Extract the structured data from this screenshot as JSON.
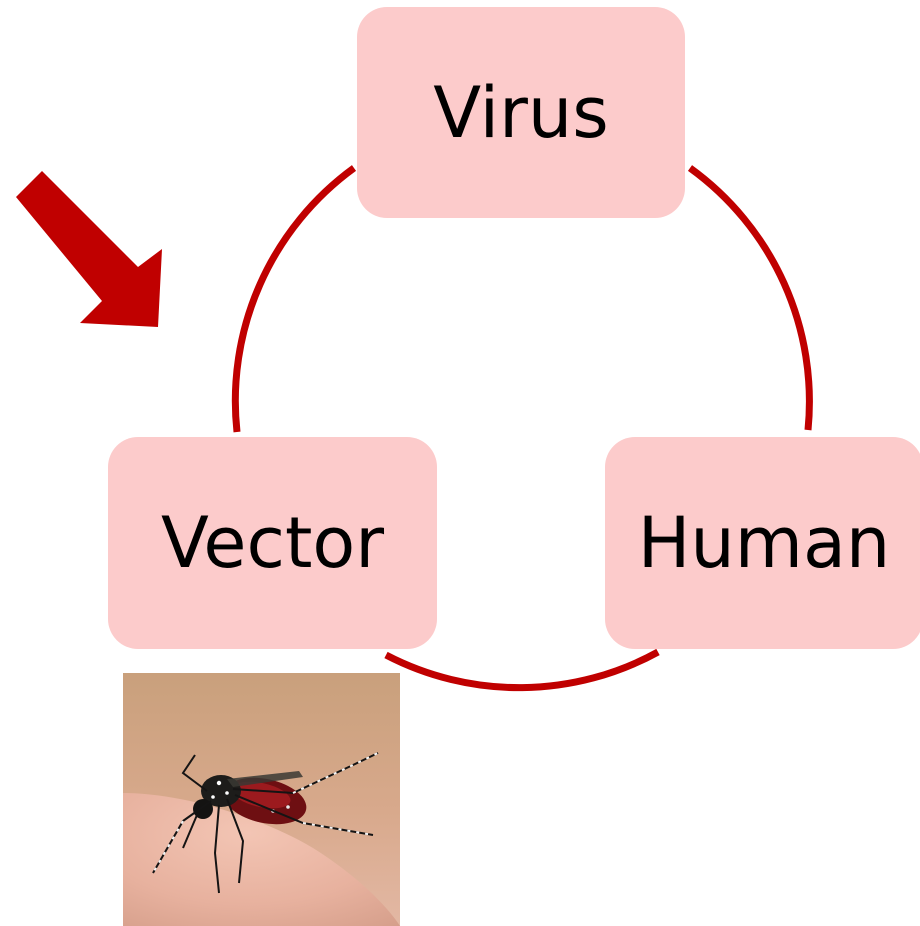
{
  "nodes": {
    "virus": "Virus",
    "vector": "Vector",
    "human": "Human"
  },
  "colors": {
    "node_fill": "#fccbcb",
    "cycle_stroke": "#c00000",
    "arrow_fill": "#c00000",
    "text": "#000000"
  },
  "icons": {
    "pointer": "red-arrow-icon",
    "photo": "mosquito-photo"
  }
}
